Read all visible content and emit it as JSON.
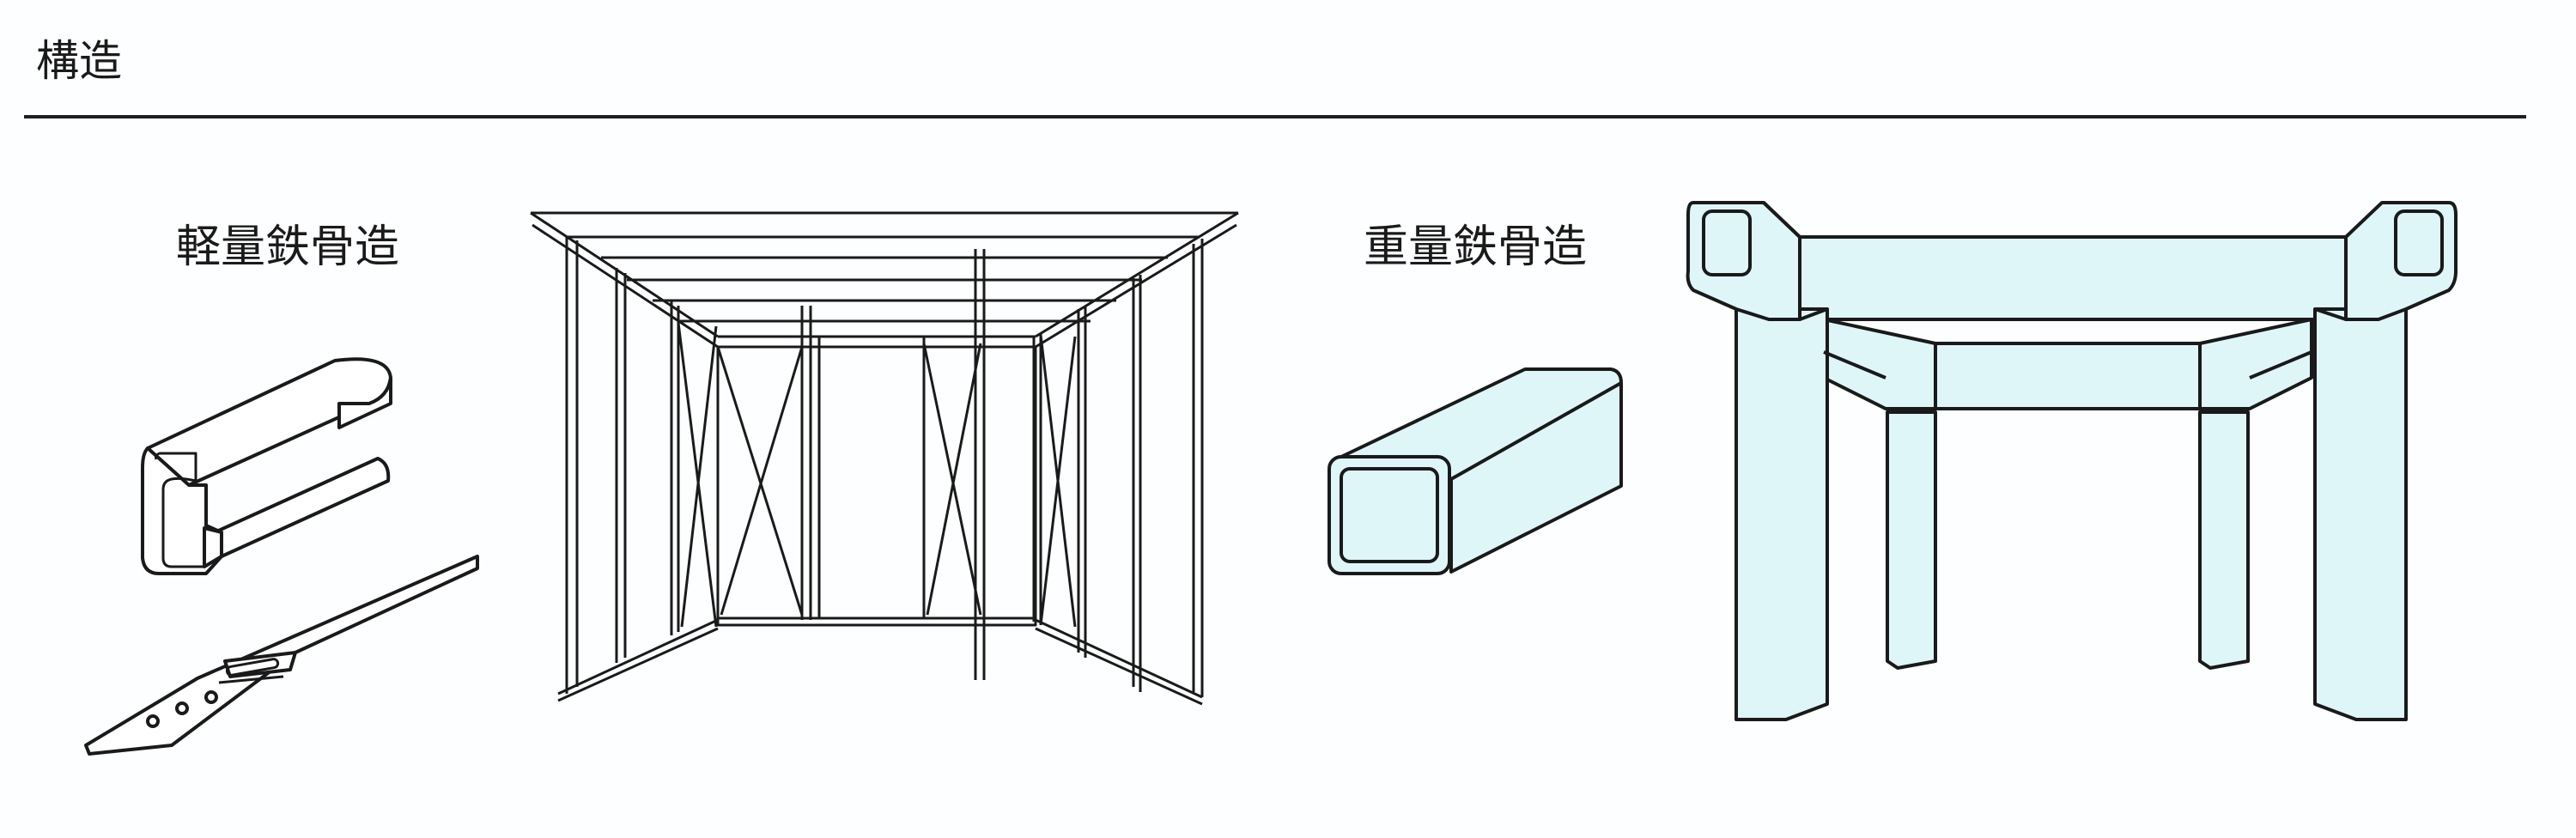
{
  "header": {
    "title": "構造"
  },
  "light_steel": {
    "label": "軽量鉄骨造"
  },
  "heavy_steel": {
    "label": "重量鉄骨造"
  },
  "colors": {
    "stroke": "#1a1a1a",
    "heavy_fill": "#dff6f9",
    "background": "#fcfeff",
    "light_fill": "#ffffff"
  }
}
